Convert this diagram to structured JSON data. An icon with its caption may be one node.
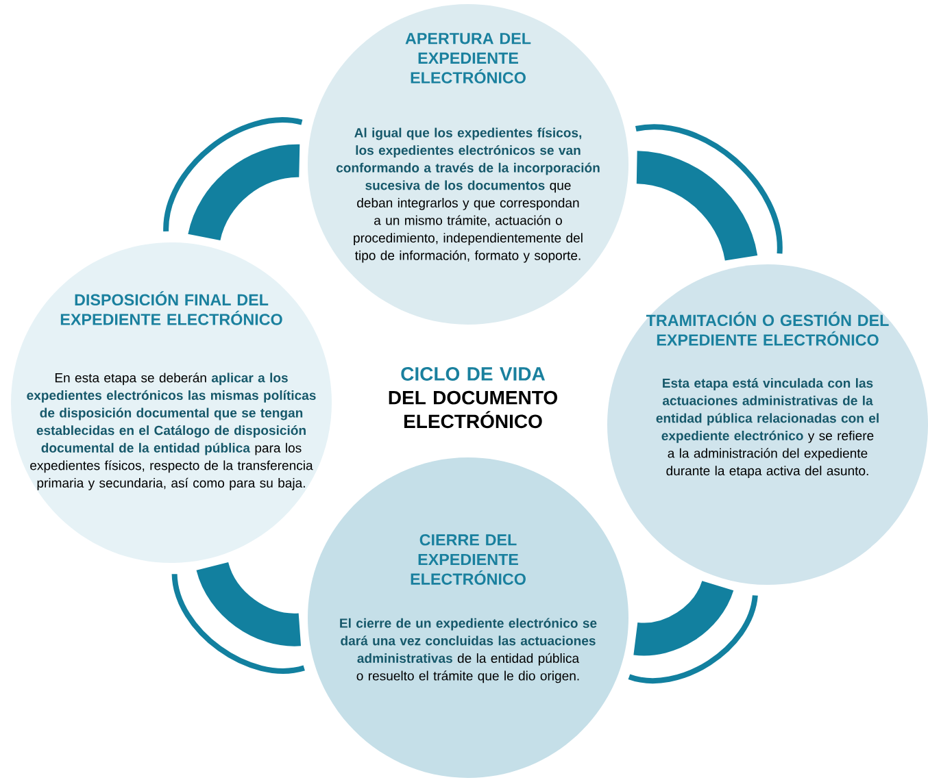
{
  "diagram": {
    "nodes": [
      {
        "text": [
          "APERTURA DEL EXPEDIENTE ELECTRÓNICO",
          "**Al igual que los expedientes físicos, los expedientes electrónicos se van conformando a través de la incorporación sucesiva de los documentos** que deban integrarlos y que correspondan a un mismo trámite, actuación o procedimiento, independientemente del tipo de información, formato y soporte."
        ]
      },
      {
        "text": [
          "DISPOSICIÓN FINAL DEL EXPEDIENTE ELECTRÓNICO",
          "En esta etapa se deberán **aplicar a los expedientes electrónicos las mismas políticas de disposición documental que se tengan establecidas en el Catálogo de disposición documental de la entidad pública** para los expedientes físicos, respecto de la transferencia primaria y secundaria, así como para su baja."
        ]
      },
      {
        "text": [
          "TRAMITACIÓN O GESTIÓN DEL EXPEDIENTE ELECTRÓNICO",
          "**Esta etapa está vinculada con las actuaciones administrativas de la entidad pública relacionadas con el expediente electrónico** y se refiere a la administración del expediente durante la etapa activa del asunto."
        ]
      },
      {
        "text": [
          "CIERRE DEL EXPEDIENTE ELECTRÓNICO",
          "**El cierre de un expediente electrónico se dará una vez concluidas las actuaciones administrativas** de la entidad pública o resuelto el trámite que le dio origen."
        ]
      }
    ],
    "edges": [
      {
        "from": 0,
        "to": 2,
        "arrow": "none"
      },
      {
        "from": 2,
        "to": 3,
        "arrow": "none"
      },
      {
        "from": 3,
        "to": 1,
        "arrow": "none"
      },
      {
        "from": 1,
        "to": 0,
        "arrow": "none"
      }
    ],
    "labels": [
      "CICLO DE VIDA",
      "DEL DOCUMENTO ELECTRÓNICO"
    ]
  }
}
